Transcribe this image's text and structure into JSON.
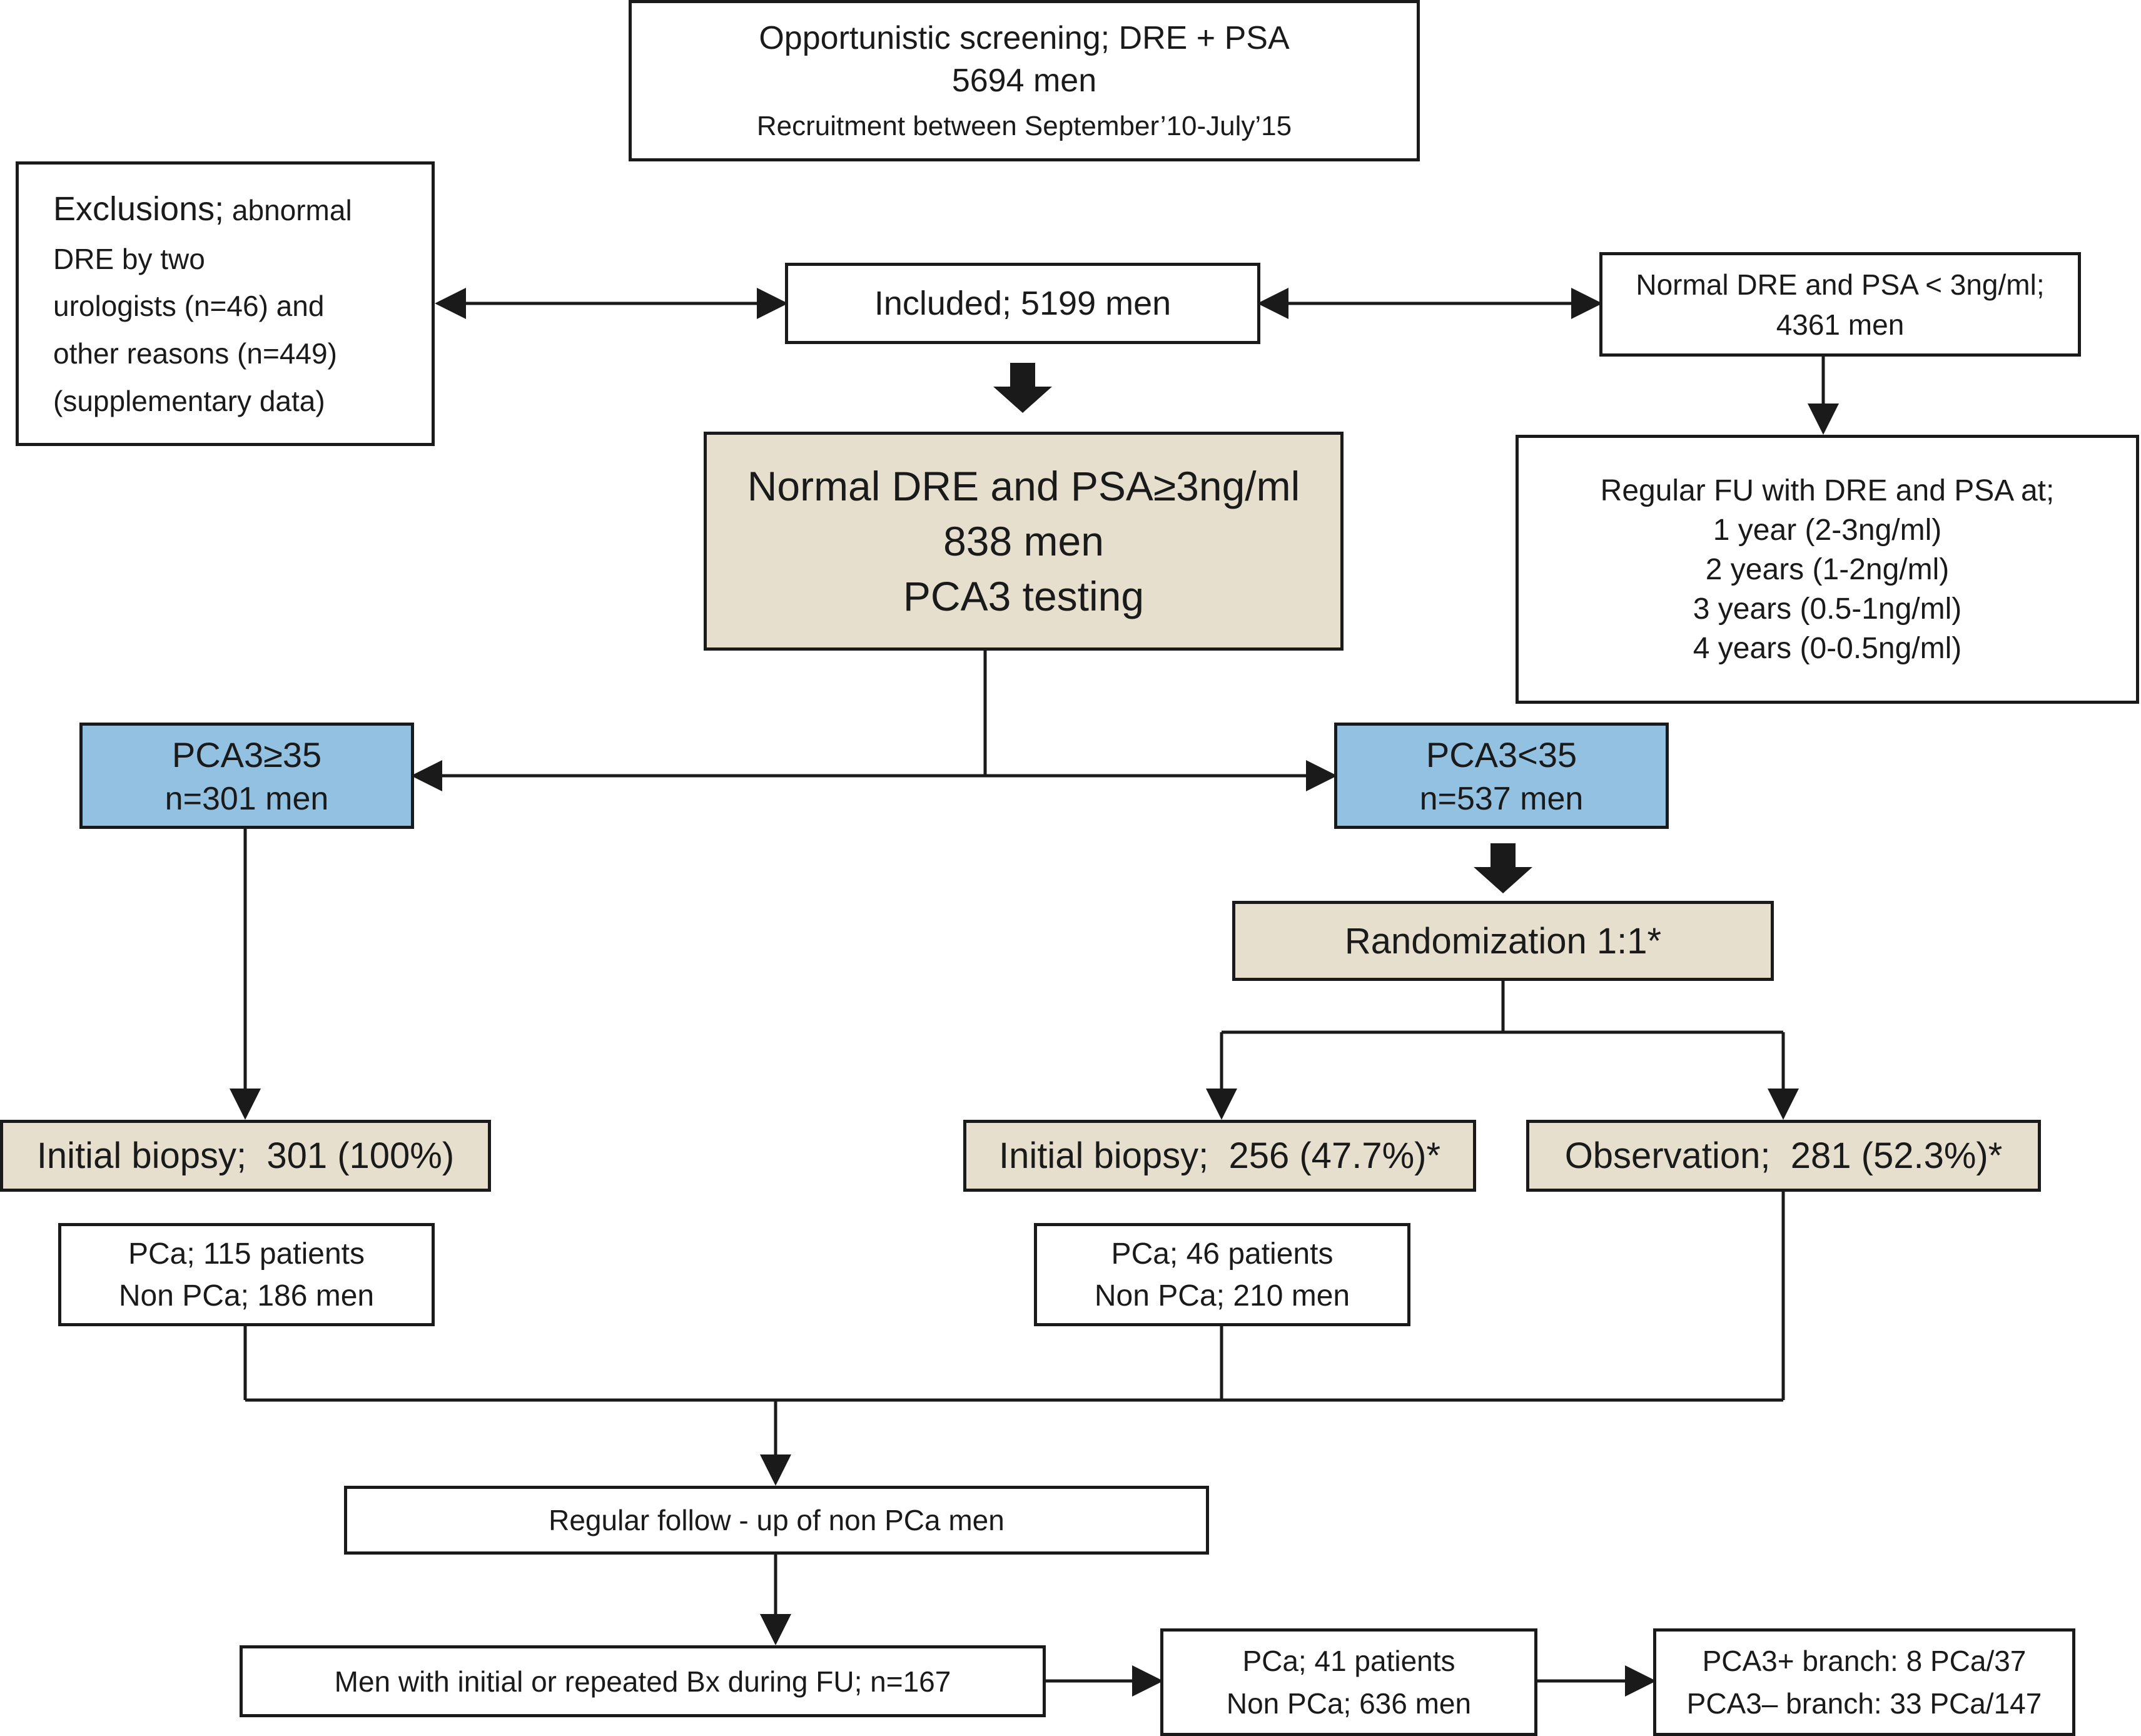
{
  "boxes": {
    "screening": {
      "line1": "Opportunistic screening; DRE + PSA",
      "line2": "5694 men",
      "line3": "Recruitment between September’10-July’15"
    },
    "exclusions": {
      "lead": "Exclusions;",
      "line1_rest": " abnormal",
      "line2": "DRE by two",
      "line3": "urologists (n=46) and",
      "line4": "other reasons (n=449)",
      "line5": "(supplementary data)"
    },
    "included": {
      "line1": "Included; 5199 men"
    },
    "normal_low": {
      "line1": "Normal DRE and PSA < 3ng/ml;",
      "line2": "4361 men"
    },
    "normal_high": {
      "line1": "Normal DRE and PSA≥3ng/ml",
      "line2": "838 men",
      "line3": "PCA3 testing"
    },
    "regular_fu": {
      "line1": "Regular FU with DRE and PSA at;",
      "line2": "1 year (2-3ng/ml)",
      "line3": "2 years (1-2ng/ml)",
      "line4": "3 years (0.5-1ng/ml)",
      "line5": "4 years (0-0.5ng/ml)"
    },
    "pca3_high": {
      "line1": "PCA3≥35",
      "line2": "n=301 men"
    },
    "pca3_low": {
      "line1": "PCA3<35",
      "line2": "n=537 men"
    },
    "randomization": {
      "line1": "Randomization 1:1*"
    },
    "biopsy_high": {
      "line1": "Initial biopsy;  301 (100%)"
    },
    "biopsy_low": {
      "line1": "Initial biopsy;  256 (47.7%)*"
    },
    "observation": {
      "line1": "Observation;  281 (52.3%)*"
    },
    "result_high": {
      "line1": "PCa; 115 patients",
      "line2": "Non PCa; 186 men"
    },
    "result_low": {
      "line1": "PCa; 46 patients",
      "line2": "Non PCa; 210 men"
    },
    "followup": {
      "line1": "Regular follow - up of non PCa men"
    },
    "repeat_bx": {
      "line1": "Men with initial or repeated Bx during FU; n=167"
    },
    "fu_result": {
      "line1": "PCa; 41 patients",
      "line2": "Non PCa; 636 men"
    },
    "branches": {
      "line1": "PCA3+ branch: 8 PCa/37",
      "line2": "PCA3– branch: 33 PCa/147"
    }
  },
  "colors": {
    "tan": "#e7dfce",
    "blue": "#93c1e1",
    "line": "#1a1a1a"
  }
}
